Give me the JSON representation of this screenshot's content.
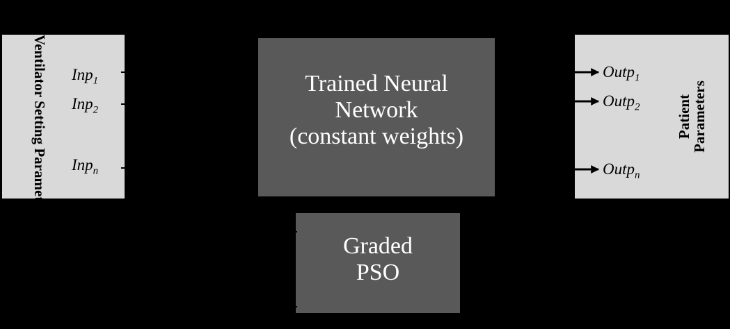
{
  "input_block": {
    "title": "Ventilator Setting Parameters",
    "ports": [
      {
        "base": "Inp",
        "sub": "1"
      },
      {
        "base": "Inp",
        "sub": "2"
      },
      {
        "base": "Inp",
        "sub": "n"
      }
    ]
  },
  "network_block": {
    "lines": [
      "Trained Neural",
      "Network",
      "(constant weights)"
    ]
  },
  "optimizer_block": {
    "lines": [
      "Graded",
      "PSO"
    ]
  },
  "output_block": {
    "title_lines": [
      "Patient",
      "Parameters"
    ],
    "ports": [
      {
        "base": "Outp",
        "sub": "1"
      },
      {
        "base": "Outp",
        "sub": "2"
      },
      {
        "base": "Outp",
        "sub": "n"
      }
    ]
  },
  "colors": {
    "background": "#000000",
    "io_block": "#d9d9d9",
    "process_block": "#595959",
    "process_text": "#ffffff"
  }
}
